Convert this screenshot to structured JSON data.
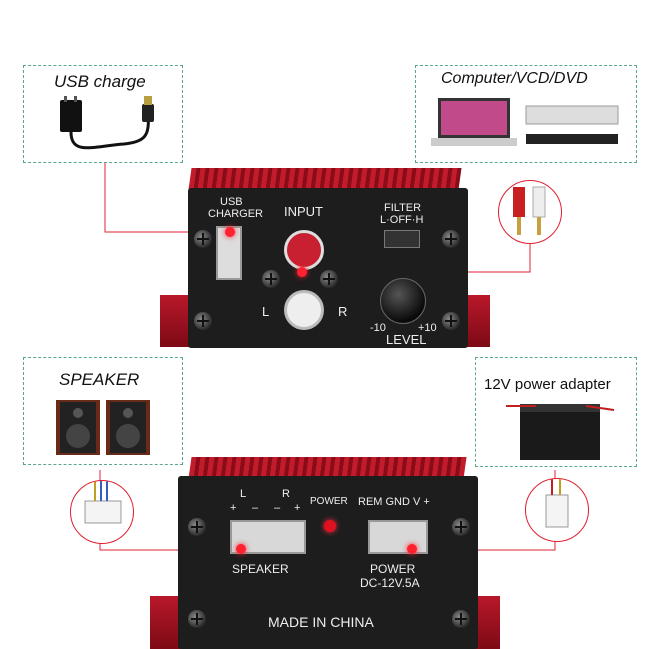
{
  "callouts": {
    "usb": {
      "title": "USB charge",
      "icon": "usb-charger-icon"
    },
    "computer": {
      "title": "Computer/VCD/DVD",
      "icon": "laptop-dvd-icon"
    },
    "speaker": {
      "title": "SPEAKER",
      "icon": "speakers-icon"
    },
    "power_adapter": {
      "title": "12V power adapter",
      "icon": "battery-icon"
    }
  },
  "front_panel": {
    "usb_label_line1": "USB",
    "usb_label_line2": "CHARGER",
    "input_label": "INPUT",
    "filter_label_line1": "FILTER",
    "filter_label_line2": "L·OFF·H",
    "left_label": "L",
    "right_label": "R",
    "level_min": "-10",
    "level_max": "+10",
    "level_label": "LEVEL"
  },
  "rear_panel": {
    "l_label": "L",
    "r_label": "R",
    "terminal_signs": [
      "+",
      "–",
      "–",
      "+"
    ],
    "power_led_label": "POWER",
    "rem_gnd_v_label": "REM GND V +",
    "speaker_label": "SPEAKER",
    "power_label": "POWER",
    "dc_label": "DC-12V.5A",
    "made_in": "MADE IN CHINA"
  },
  "colors": {
    "accent": "#e02030",
    "body_red": "#b8182a",
    "panel": "#1d1d1d",
    "dashed": "#5aa88a"
  }
}
